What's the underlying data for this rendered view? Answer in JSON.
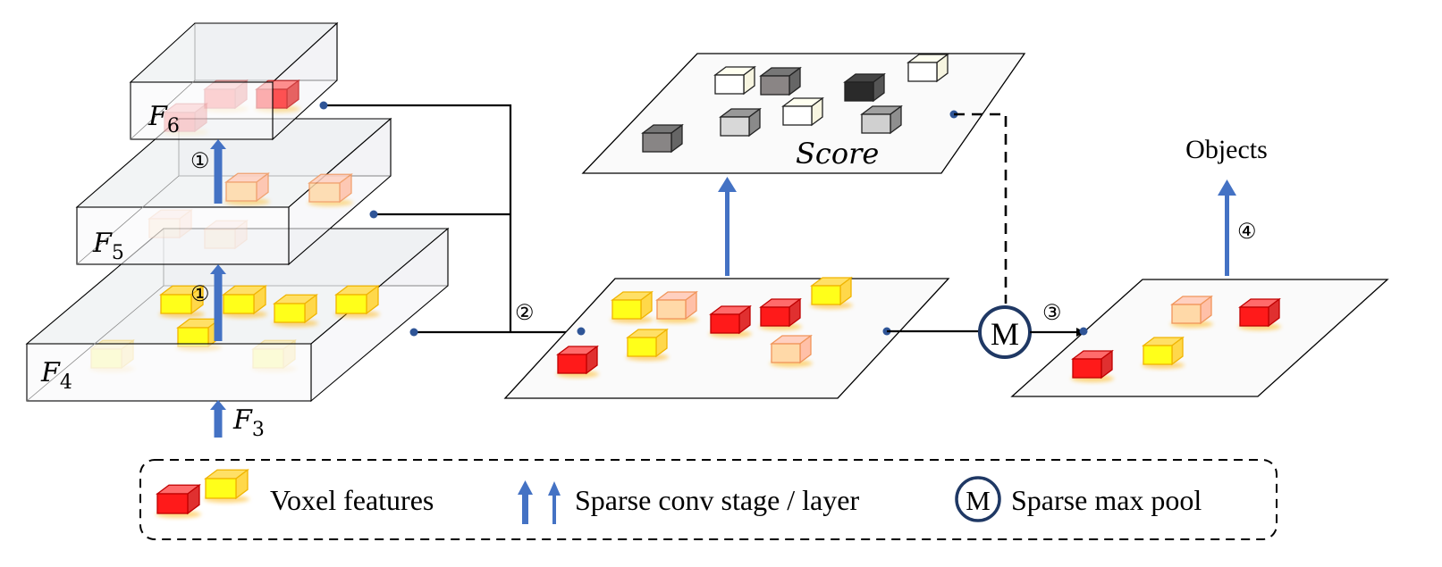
{
  "diagram": {
    "colors": {
      "arrow_blue": "#4472c4",
      "pool_ring": "#1f3864",
      "dot_blue": "#2f5597",
      "line": "#000000",
      "slab_fill": "#eef0f2",
      "plane_fill": "#fafafa"
    },
    "feature_levels": [
      {
        "label_base": "F",
        "label_sub": "6"
      },
      {
        "label_base": "F",
        "label_sub": "5"
      },
      {
        "label_base": "F",
        "label_sub": "4"
      }
    ],
    "input": {
      "label_base": "F",
      "label_sub": "3"
    },
    "steps": {
      "step1": "①",
      "step2": "②",
      "step3": "③",
      "step4": "④"
    },
    "score_plane": {
      "label": "Score"
    },
    "pool_node": {
      "symbol": "M"
    },
    "output": {
      "label": "Objects"
    },
    "voxel_colors": {
      "red": {
        "front": "#ff1a1a",
        "top": "#ff6b6b",
        "side": "#e03030",
        "edge": "#c00000"
      },
      "yellow": {
        "front": "#ffff1a",
        "top": "#ffe066",
        "side": "#ffd84a",
        "edge": "#f0b400"
      },
      "peach": {
        "front": "#ffd9a8",
        "top": "#ffd0c0",
        "side": "#ffc0a8",
        "edge": "#f0955a"
      }
    }
  },
  "legend": {
    "voxel_label": "Voxel features",
    "conv_label": "Sparse conv stage / layer",
    "pool_symbol": "M",
    "pool_label": "Sparse max pool"
  }
}
